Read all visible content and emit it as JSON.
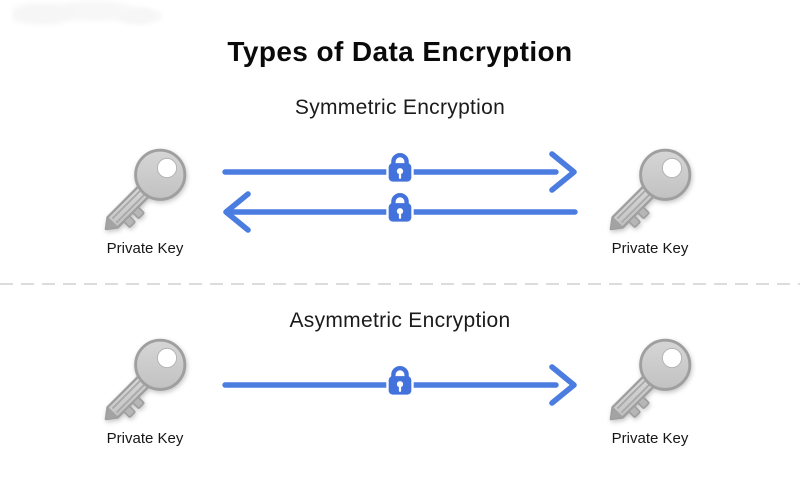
{
  "title": "Types of Data Encryption",
  "sections": [
    {
      "id": "symmetric",
      "heading": "Symmetric Encryption",
      "left_key": {
        "icon": "key-icon",
        "label": "Private Key"
      },
      "right_key": {
        "icon": "key-icon",
        "label": "Private Key"
      },
      "arrows": [
        {
          "direction": "right",
          "icon": "lock-icon"
        },
        {
          "direction": "left",
          "icon": "lock-icon"
        }
      ]
    },
    {
      "id": "asymmetric",
      "heading": "Asymmetric Encryption",
      "left_key": {
        "icon": "key-icon",
        "label": "Private Key"
      },
      "right_key": {
        "icon": "key-icon",
        "label": "Private Key"
      },
      "arrows": [
        {
          "direction": "right",
          "icon": "lock-icon"
        }
      ]
    }
  ],
  "icons": {
    "key": "key-icon",
    "lock": "lock-icon",
    "arrow_right": "arrow-right-icon",
    "arrow_left": "arrow-left-icon"
  },
  "colors": {
    "arrow_blue": "#4b7ce0",
    "lock_blue": "#4472dd",
    "key_gray": "#c9c9c9",
    "key_outline": "#9f9f9f",
    "divider": "#dcdcdc",
    "text": "#111111",
    "background": "#ffffff"
  }
}
